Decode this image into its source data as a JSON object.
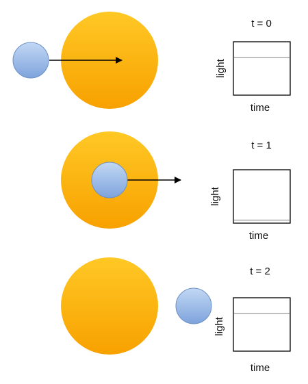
{
  "panels": [
    {
      "time_label": "t = 0",
      "ylabel": "light",
      "xlabel": "time",
      "light_level": 0.7
    },
    {
      "time_label": "t = 1",
      "ylabel": "light",
      "xlabel": "time",
      "light_level": 0.05
    },
    {
      "time_label": "t = 2",
      "ylabel": "light",
      "xlabel": "time",
      "light_level": 0.7
    }
  ],
  "colors": {
    "star_light": "#ffc825",
    "star_dark": "#f7a100",
    "planet_light": "#c2d8f4",
    "planet_dark": "#7ea3dc",
    "planet_stroke": "#6d8fc6",
    "light_curve": "#aaaaaa",
    "axes": "#000000",
    "arrow": "#000000"
  }
}
